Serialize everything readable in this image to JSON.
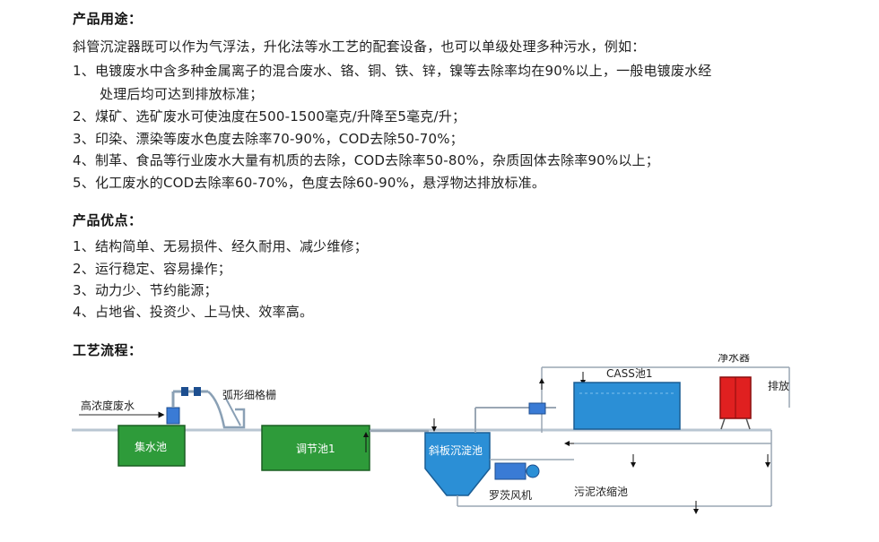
{
  "usage": {
    "heading": "产品用途：",
    "intro": "斜管沉淀器既可以作为气浮法，升化法等水工艺的配套设备，也可以单级处理多种污水，例如：",
    "items": [
      "1、电镀废水中含多种金属离子的混合废水、铬、铜、铁、锌，镍等去除率均在90%以上，一般电镀废水经",
      "处理后均可达到排放标准；",
      "2、煤矿、选矿废水可使浊度在500-1500毫克/升降至5毫克/升；",
      "3、印染、漂染等废水色度去除率70-90%，COD去除50-70%；",
      "4、制革、食品等行业废水大量有机质的去除，COD去除率50-80%，杂质固体去除率90%以上；",
      "5、化工废水的COD去除率60-70%，色度去除60-90%，悬浮物达排放标准。"
    ]
  },
  "advantages": {
    "heading": "产品优点：",
    "items": [
      "1、结构简单、无易损件、经久耐用、减少维修；",
      "2、运行稳定、容易操作；",
      "3、动力少、节约能源；",
      "4、占地省、投资少、上马快、效率高。"
    ]
  },
  "process": {
    "heading": "工艺流程：",
    "labels": {
      "inflow": "高浓度废水",
      "collection_tank": "集水池",
      "screen": "弧形细格栅",
      "regulating_tank": "调节池1",
      "settler": "斜板沉淀池",
      "cass": "CASS池1",
      "purifier": "净水器",
      "discharge": "排放",
      "blower": "罗茨风机",
      "sludge": "污泥浓缩池"
    },
    "colors": {
      "tank_green": "#2e9b3a",
      "tank_blue": "#2b8fd6",
      "pipe": "#9aa7b4",
      "purifier_red": "#e02020",
      "arrow": "#111111"
    }
  }
}
